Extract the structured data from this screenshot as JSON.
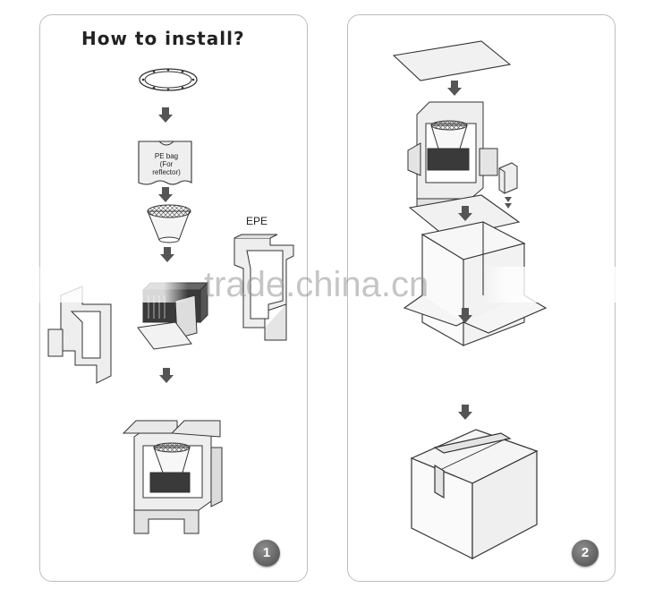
{
  "panel_1": {
    "title": "How to install?",
    "pe_bag_line1": "PE bag",
    "pe_bag_line2": "(For reflector)",
    "epe_label": "EPE",
    "step_number": "1"
  },
  "panel_2": {
    "step_number": "2"
  },
  "watermark": "trade.china.cn",
  "colors": {
    "border": "#bdbdbd",
    "line": "#333333",
    "badge": "#5a5a5a",
    "arrow": "#555555"
  }
}
